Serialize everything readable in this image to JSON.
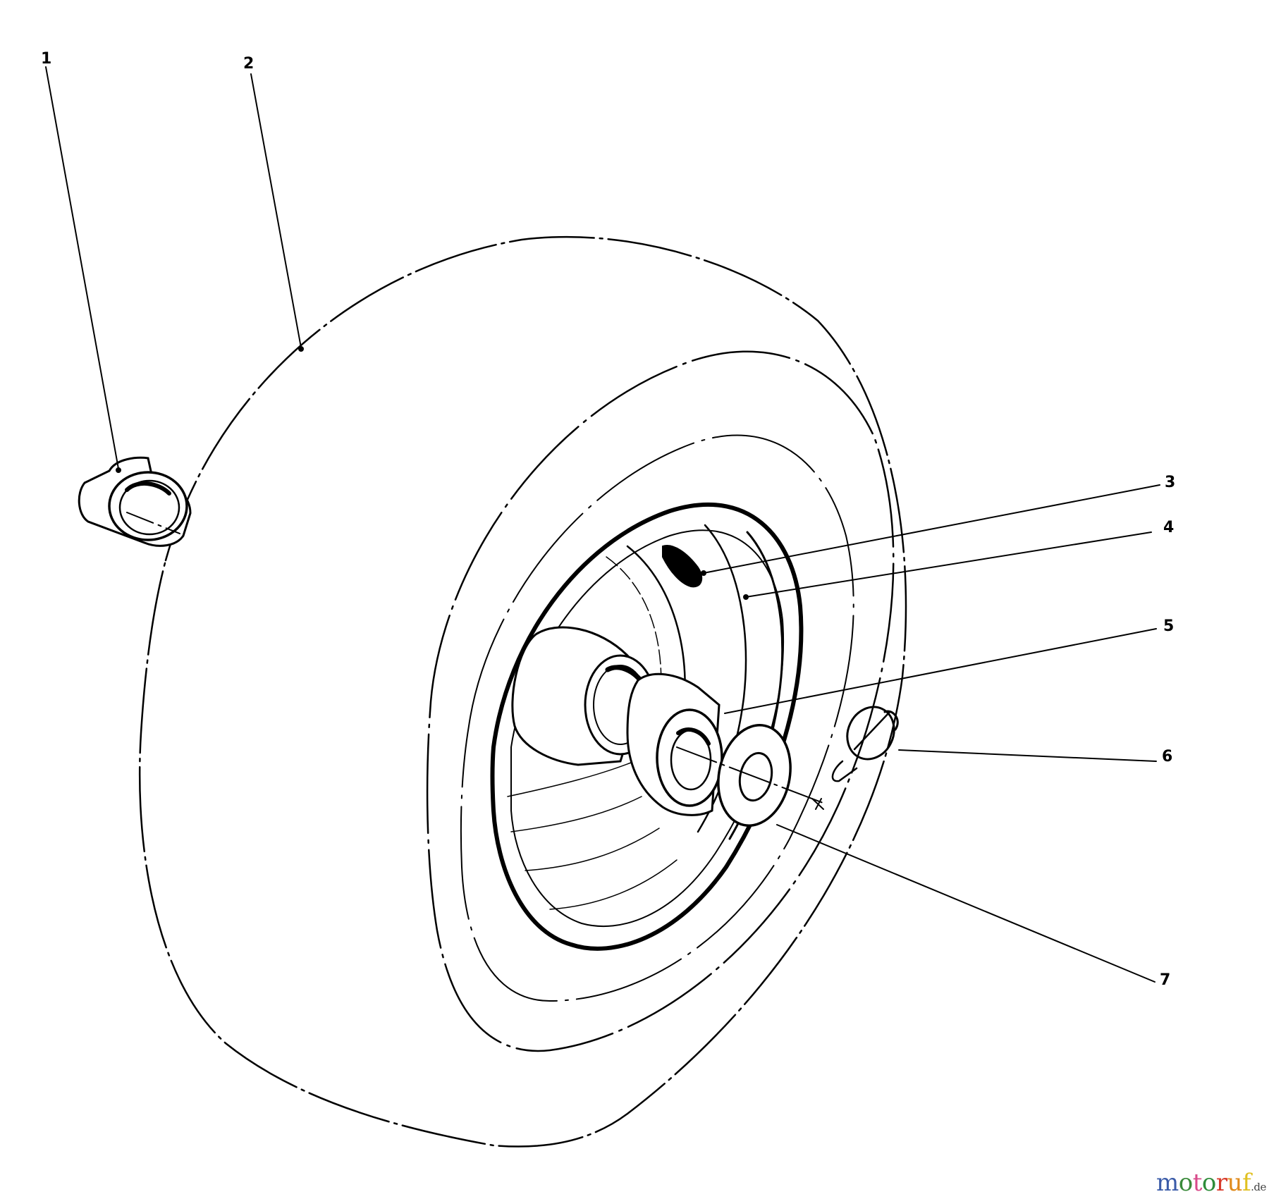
{
  "diagram": {
    "subject": "wheel assembly exploded view",
    "callouts": [
      {
        "id": "1",
        "label": "1",
        "part": "bushing"
      },
      {
        "id": "2",
        "label": "2",
        "part": "tire/wheel"
      },
      {
        "id": "3",
        "label": "3",
        "part": "valve stem"
      },
      {
        "id": "4",
        "label": "4",
        "part": "rim"
      },
      {
        "id": "5",
        "label": "5",
        "part": "hub bushing"
      },
      {
        "id": "6",
        "label": "6",
        "part": "hairpin cotter"
      },
      {
        "id": "7",
        "label": "7",
        "part": "washer"
      }
    ]
  },
  "watermark": {
    "letters": [
      "m",
      "o",
      "t",
      "o",
      "r",
      "u",
      "f"
    ],
    "colors": [
      "#3a5ba8",
      "#3a8a3a",
      "#d84a8a",
      "#2f8c3a",
      "#d83a2a",
      "#e08a1a",
      "#e0c020"
    ],
    "tld": ".de"
  }
}
